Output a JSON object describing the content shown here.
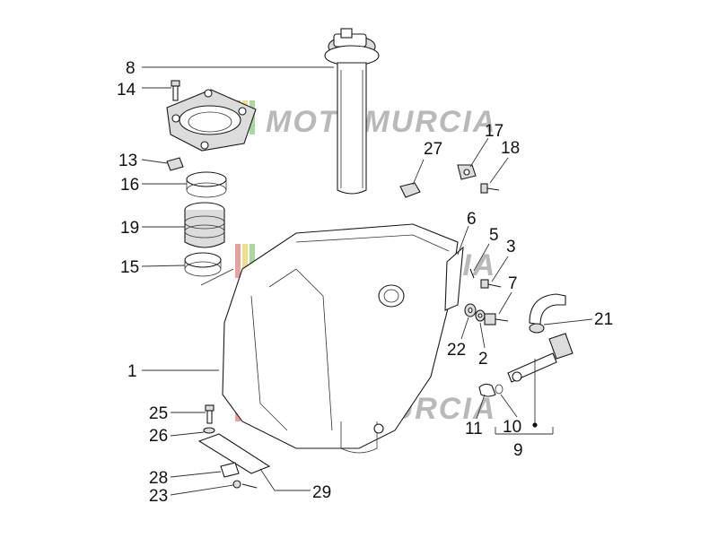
{
  "watermark": {
    "text": "MOTOMURCIA",
    "color": "#b9b9b9"
  },
  "labels": [
    {
      "key": "8",
      "text": "8"
    },
    {
      "key": "14",
      "text": "14"
    },
    {
      "key": "13",
      "text": "13"
    },
    {
      "key": "16",
      "text": "16"
    },
    {
      "key": "19",
      "text": "19"
    },
    {
      "key": "15",
      "text": "15"
    },
    {
      "key": "1",
      "text": "1"
    },
    {
      "key": "25",
      "text": "25"
    },
    {
      "key": "26",
      "text": "26"
    },
    {
      "key": "28",
      "text": "28"
    },
    {
      "key": "23",
      "text": "23"
    },
    {
      "key": "29",
      "text": "29"
    },
    {
      "key": "27",
      "text": "27"
    },
    {
      "key": "17",
      "text": "17"
    },
    {
      "key": "18",
      "text": "18"
    },
    {
      "key": "6",
      "text": "6"
    },
    {
      "key": "5",
      "text": "5"
    },
    {
      "key": "3",
      "text": "3"
    },
    {
      "key": "7",
      "text": "7"
    },
    {
      "key": "21",
      "text": "21"
    },
    {
      "key": "22",
      "text": "22"
    },
    {
      "key": "2",
      "text": "2"
    },
    {
      "key": "11",
      "text": "11"
    },
    {
      "key": "10",
      "text": "10"
    },
    {
      "key": "9",
      "text": "9"
    }
  ]
}
